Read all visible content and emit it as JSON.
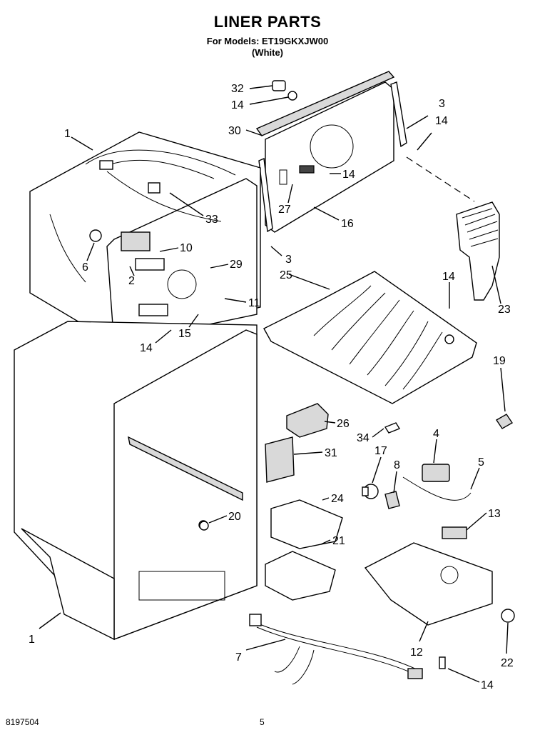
{
  "title": "LINER PARTS",
  "subtitle_models": "For Models: ET19GKXJW00",
  "subtitle_color": "(White)",
  "footer_code": "8197504",
  "page_number": "5",
  "callouts": [
    "32",
    "14",
    "30",
    "3",
    "14",
    "1",
    "14",
    "27",
    "16",
    "33",
    "10",
    "6",
    "29",
    "3",
    "25",
    "2",
    "11",
    "14",
    "23",
    "15",
    "14",
    "19",
    "26",
    "34",
    "31",
    "17",
    "4",
    "8",
    "5",
    "24",
    "20",
    "13",
    "21",
    "1",
    "7",
    "12",
    "22",
    "14"
  ]
}
